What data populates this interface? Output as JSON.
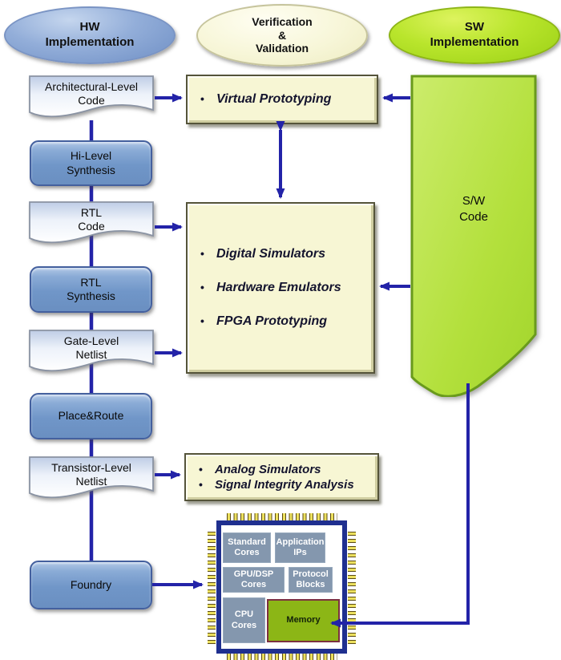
{
  "headers": {
    "hw": "HW\nImplementation",
    "vv": "Verification\n&\nValidation",
    "sw": "SW\nImplementation"
  },
  "hw_flow": [
    {
      "label": "Architectural-Level\nCode",
      "type": "document"
    },
    {
      "label": "Hi-Level\nSynthesis",
      "type": "process"
    },
    {
      "label": "RTL\nCode",
      "type": "document"
    },
    {
      "label": "RTL\nSynthesis",
      "type": "process"
    },
    {
      "label": "Gate-Level\nNetlist",
      "type": "document"
    },
    {
      "label": "Place&Route",
      "type": "process"
    },
    {
      "label": "Transistor-Level\nNetlist",
      "type": "document"
    },
    {
      "label": "Foundry",
      "type": "process"
    }
  ],
  "verification_boxes": {
    "virtual": {
      "items": [
        "Virtual Prototyping"
      ]
    },
    "digital": {
      "items": [
        "Digital Simulators",
        "Hardware Emulators",
        "FPGA Prototyping"
      ]
    },
    "analog": {
      "items": [
        "Analog Simulators",
        "Signal Integrity Analysis"
      ]
    }
  },
  "sw_flow": {
    "code": "S/W\nCode"
  },
  "chip": {
    "blocks": [
      {
        "label": "Standard\nCores"
      },
      {
        "label": "Application\nIPs"
      },
      {
        "label": "GPU/DSP\nCores"
      },
      {
        "label": "Protocol\nBlocks"
      },
      {
        "label": "CPU\nCores"
      },
      {
        "label": "Memory",
        "highlight": true
      }
    ]
  },
  "ui": {
    "bullet": "•"
  },
  "colors": {
    "arrow": "#2323a8",
    "hw_ellipse": "#8fadd8",
    "vv_ellipse": "#f6f5d2",
    "sw_ellipse": "#b2e227",
    "process_box": "#7096c8",
    "document_shape": "#e9eff9",
    "yellow_box": "#f7f6d4",
    "sw_code": "#b4e148",
    "chip_border": "#1f2f8f",
    "chip_block": "#8497ae",
    "memory_block": "#8cb616",
    "pin": "#ece05e"
  }
}
